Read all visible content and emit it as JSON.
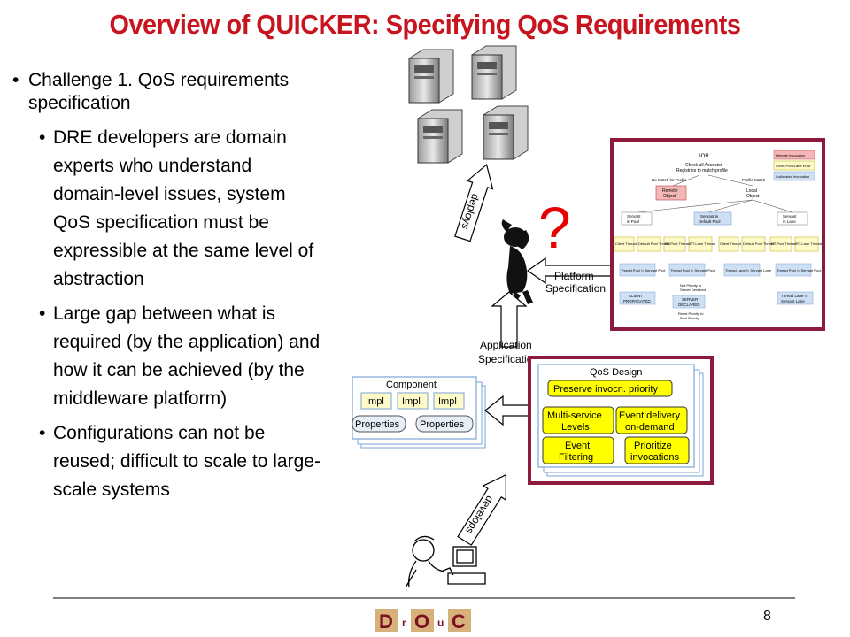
{
  "slide": {
    "title": "Overview of QUICKER: Specifying QoS Requirements",
    "page_number": "8"
  },
  "bullets": {
    "challenge": "Challenge 1. QoS requirements  specification",
    "sub": [
      "DRE developers are domain experts who understand domain-level issues, system QoS specification must be expressible at the same level of abstraction",
      "Large gap between what is required (by the application) and how it can be achieved (by the middleware platform)",
      "Configurations can not be reused; difficult to scale to large-scale systems"
    ],
    "bullet_char": "•"
  },
  "diagram": {
    "deploys_label": "deploys",
    "develops_label": "develops",
    "question_mark": "?",
    "platform_spec_label": [
      "Platform",
      "Specification"
    ],
    "application_spec_label": [
      "Application",
      "Specification"
    ],
    "component": {
      "title": "Component",
      "impl_labels": [
        "Impl",
        "Impl",
        "Impl"
      ],
      "properties_labels": [
        "Properties",
        "Properties"
      ]
    },
    "qos_design": {
      "title": "QoS Design",
      "preserve": "Preserve invocn. priority",
      "multi_service": [
        "Multi-service",
        "Levels"
      ],
      "event_delivery": [
        "Event delivery",
        "on-demand"
      ],
      "event_filtering": [
        "Event",
        "Filtering"
      ],
      "prioritize": [
        "Prioritize",
        "invocations"
      ]
    },
    "flowchart": {
      "ior": "IOR",
      "check_all": [
        "Check all Acceptor",
        "Registries to match profile"
      ],
      "no_match": "No Match for Profile",
      "profile_match": "Profile Match",
      "remote_object": [
        "Remote",
        "Object"
      ],
      "local_object": [
        "Local",
        "Object"
      ],
      "servant_in_pool": [
        "Servant",
        "in Pool"
      ],
      "servant_in_default_pool": [
        "Servant in",
        "Default Pool"
      ],
      "servant_in_lane": [
        "Servant",
        "in Lane"
      ],
      "threads": [
        "Client Thread",
        "Default Pool Thread",
        "RT-Pool Thread",
        "RT-Lane Thread",
        "Client Thread",
        "Default Pool Thread",
        "RT-Pool Thread",
        "RT-Lane Thread"
      ],
      "pool_boxes": [
        "Thread Pool != Servant Pool",
        "Thread Pool != Servant Pool",
        "Thread Lane != Servant Lane",
        "Thread Pool != Servant Pool"
      ],
      "client_propagated": [
        "CLIENT",
        "PROPAGATED"
      ],
      "server_declared": [
        "SERVER",
        "DECLARED"
      ],
      "not_priority": [
        "Not Priority to",
        "Server Declared"
      ],
      "reset_priority": [
        "Reset Priority to",
        "Pool Priority"
      ],
      "thread_lane_eq": [
        "Thread Lane !=",
        "Servant Lane"
      ],
      "legend": [
        "Remote Invocation",
        "Cross Pool/Lane Error",
        "Collocated Invocation"
      ]
    }
  },
  "logo": {
    "letters": [
      "D",
      "r",
      "O",
      "u",
      "C"
    ]
  },
  "colors": {
    "title": "#c8141e",
    "frame": "#8c1a3c",
    "qos_box_fill": "#ffff00",
    "diagram_blue": "#7aa6d6"
  }
}
